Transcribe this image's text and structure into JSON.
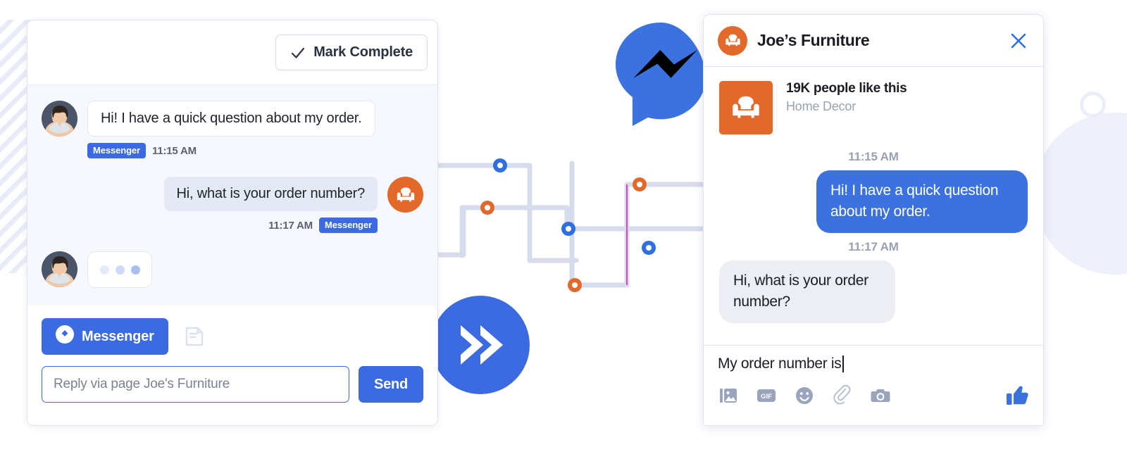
{
  "decor": {
    "stripes_name": "diagonal-stripes-decoration",
    "lavender_circle_name": "lavender-circle-decoration",
    "ring_name": "ring-outline-decoration",
    "messenger_logo_name": "messenger-logo",
    "chevron_name": "double-chevron-circle",
    "colors": {
      "brand_blue": "#3b6ae1",
      "messenger_blue": "#3b72e0",
      "brand_orange": "#e2692a",
      "node_blue": "#2f6fe0",
      "node_orange": "#e2692a",
      "connector_gray": "#d7dced",
      "connector_magenta": "#d946b8",
      "panel_bg": "#f7f8fd",
      "lavender": "#eef0fb"
    }
  },
  "left_panel": {
    "header": {
      "mark_complete_label": "Mark Complete",
      "check_icon": "check-icon"
    },
    "messages": [
      {
        "direction": "incoming",
        "text": "Hi! I have a quick question about my order.",
        "channel": "Messenger",
        "time": "11:15 AM",
        "avatar": "customer-avatar"
      },
      {
        "direction": "outgoing",
        "text": "Hi, what is your order number?",
        "channel": "Messenger",
        "time": "11:17 AM",
        "avatar": "brand-armchair-avatar"
      }
    ],
    "typing_indicator": {
      "name": "typing-indicator",
      "dots": 3
    },
    "compose": {
      "messenger_tab_label": "Messenger",
      "messenger_icon": "messenger-icon",
      "note_icon": "note-icon",
      "reply_placeholder": "Reply via page Joe's Furniture",
      "reply_value": "",
      "send_label": "Send"
    }
  },
  "right_panel": {
    "header": {
      "title": "Joe’s Furniture",
      "brand_icon": "armchair-icon",
      "close_icon": "close-icon"
    },
    "page_card": {
      "thumb_icon": "armchair-icon",
      "likes": "19K people like this",
      "category": "Home Decor"
    },
    "messages": [
      {
        "time": "11:15 AM",
        "direction": "outgoing",
        "text": "Hi! I have a quick question about my order."
      },
      {
        "time": "11:17 AM",
        "direction": "incoming",
        "text": "Hi, what is your order number?"
      }
    ],
    "compose": {
      "draft_text": "My order number is",
      "icons": [
        "photo-icon",
        "gif-icon",
        "emoji-icon",
        "attachment-icon",
        "camera-icon"
      ],
      "gif_label": "GIF",
      "thumbs_up_icon": "thumbs-up-icon"
    }
  }
}
